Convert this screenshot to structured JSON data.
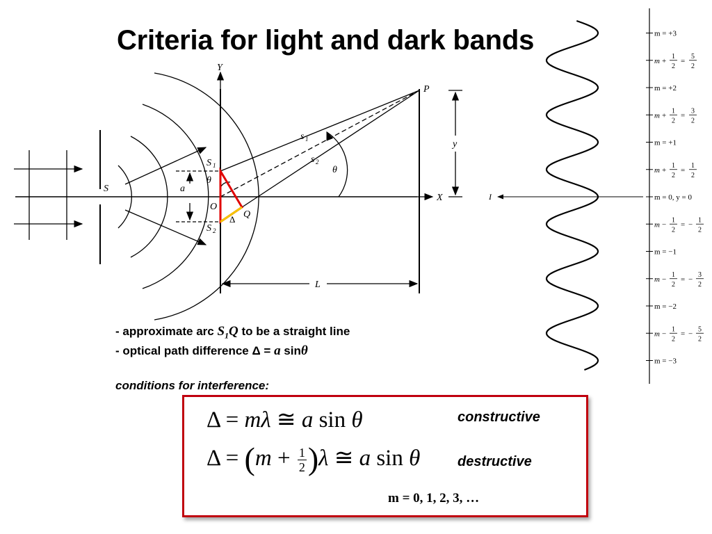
{
  "title": "Criteria for light and dark bands",
  "diagram": {
    "labels": {
      "Y": "Y",
      "X": "X",
      "P": "P",
      "S": "S",
      "S1": "S",
      "S1_sub": "1",
      "S2": "S",
      "S2_sub": "2",
      "O": "O",
      "Q": "Q",
      "a": "a",
      "theta_left": "θ",
      "theta_right": "θ",
      "s1": "s",
      "s1_sub": "1",
      "s2": "s",
      "s2_sub": "2",
      "delta": "Δ",
      "y": "y",
      "L": "L"
    },
    "intensity_label": "I",
    "orders": [
      "m = +3",
      "m = +2",
      "m = +1",
      "m = 0, y = 0",
      "m = −1",
      "m = −2",
      "m = −3"
    ],
    "half_orders": [
      {
        "sign": "+",
        "num": "5",
        "den": "2",
        "rhs_sign": ""
      },
      {
        "sign": "+",
        "num": "3",
        "den": "2",
        "rhs_sign": ""
      },
      {
        "sign": "+",
        "num": "1",
        "den": "2",
        "rhs_sign": ""
      },
      {
        "sign": "−",
        "num": "1",
        "den": "2",
        "rhs_sign": "−"
      },
      {
        "sign": "−",
        "num": "3",
        "den": "2",
        "rhs_sign": "−"
      },
      {
        "sign": "−",
        "num": "5",
        "den": "2",
        "rhs_sign": "−"
      }
    ]
  },
  "notes": {
    "line1_prefix": "- approximate arc ",
    "line1_var": "S",
    "line1_sub": "1",
    "line1_var2": "Q",
    "line1_suffix": " to be a straight line",
    "line2_prefix": "- optical path difference  ",
    "line2_delta": "Δ = ",
    "line2_a": "a",
    "line2_sin": " sin",
    "line2_theta": "θ",
    "conditions": "conditions for interference:"
  },
  "equations": {
    "constructive_label": "constructive",
    "destructive_label": "destructive",
    "m_values": "m = 0, 1, 2, 3, …"
  },
  "colors": {
    "frame_red": "#c0000e",
    "triangle_red": "#e00000",
    "triangle_yellow": "#f5c400"
  }
}
